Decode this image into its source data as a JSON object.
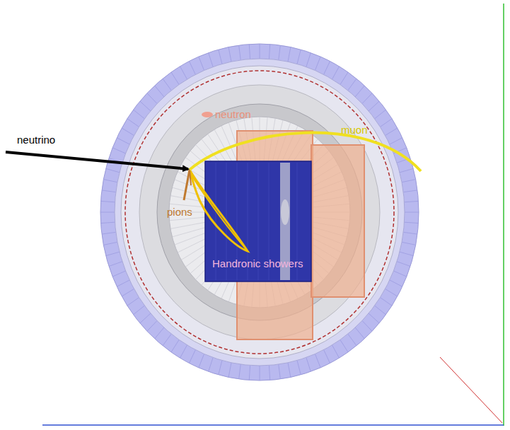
{
  "diagram": {
    "labels": [
      "neutrino",
      "neutron",
      "muon",
      "pions",
      "Handronic showers"
    ]
  }
}
